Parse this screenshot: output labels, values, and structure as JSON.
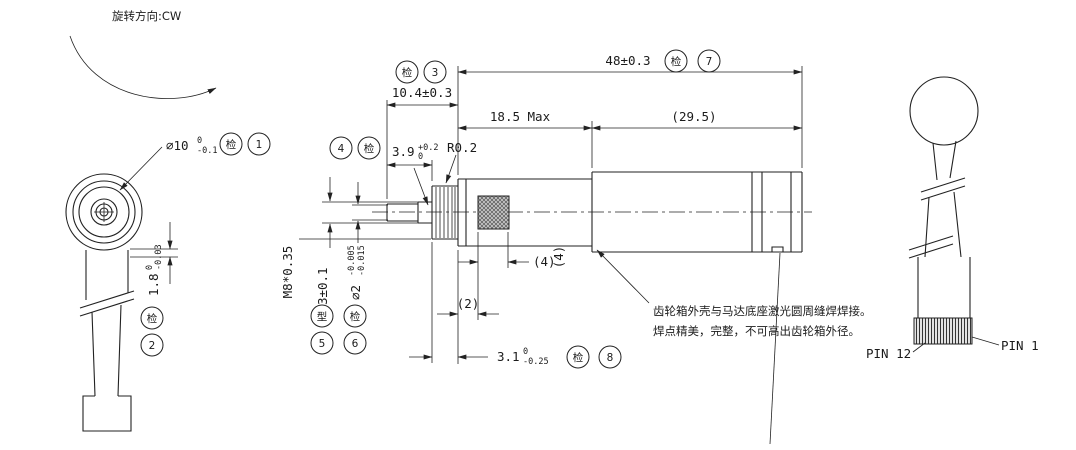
{
  "drawing": {
    "rotation_note": "旋转方向:CW",
    "inspect_mark": "检",
    "mold_mark": "型",
    "weld_note": {
      "line1": "齿轮箱外壳与马达底座激光圆周缝焊焊接。",
      "line2": "焊点精美，完整，不可高出齿轮箱外径。"
    },
    "balloons": {
      "n1": "1",
      "n2": "2",
      "n3": "3",
      "n4": "4",
      "n5": "5",
      "n6": "6",
      "n7": "7",
      "n8": "8"
    },
    "dimensions": {
      "dia10": {
        "main": "∅10",
        "tol_up": "0",
        "tol_dn": "-0.1"
      },
      "len18": {
        "main": "1.8",
        "tol_up": "0",
        "tol_dn": "-0.03"
      },
      "len104": "10.4±0.3",
      "len39": {
        "main": "3.9",
        "tol_up": "+0.2",
        "tol_dn": "0"
      },
      "r02": "R0.2",
      "len48": "48±0.3",
      "len185": "18.5 Max",
      "len295": "(29.5)",
      "thread": "M8*0.35",
      "dia3": "∅3±0.1",
      "dia2": {
        "main": "∅2",
        "tol_up": "-0.005",
        "tol_dn": "-0.015"
      },
      "ref4a": "(4)",
      "ref4b": "(4)",
      "ref2": "(2)",
      "len31": {
        "main": "3.1",
        "tol_up": "0",
        "tol_dn": "-0.25"
      }
    },
    "pins": {
      "pin12": "PIN 12",
      "pin1": "PIN 1"
    }
  }
}
